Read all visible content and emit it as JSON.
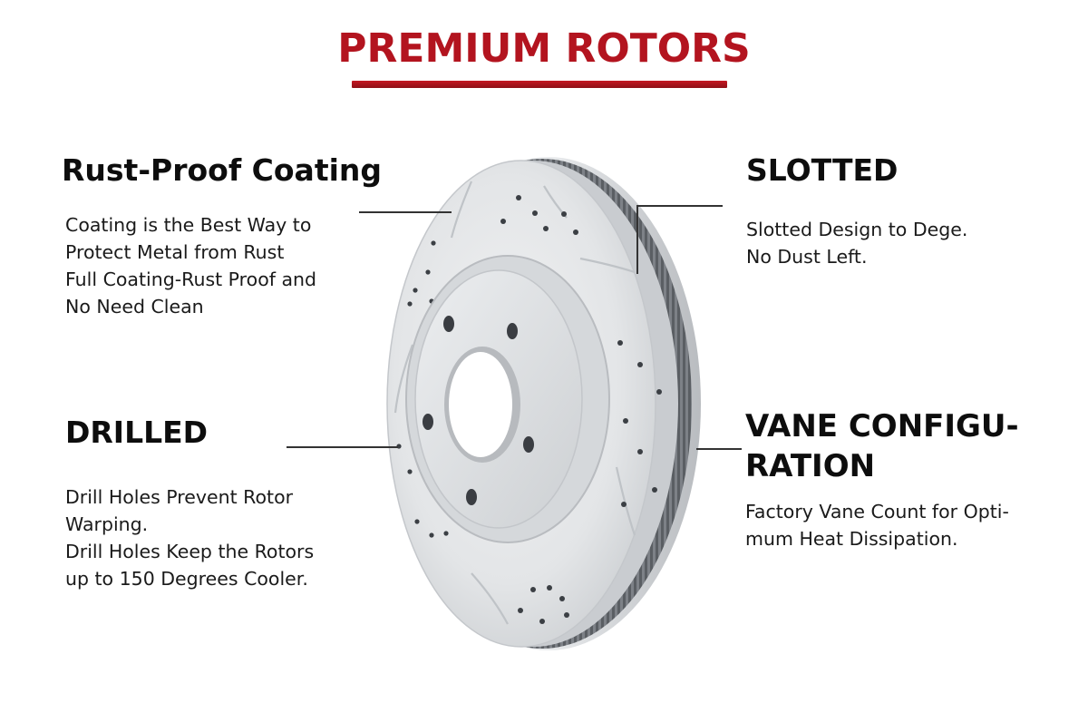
{
  "title": "PREMIUM ROTORS",
  "colors": {
    "accent": "#b3141f",
    "text": "#111111",
    "rotor_coating": "#e4e6e8"
  },
  "features": {
    "rust_proof": {
      "heading": "Rust-Proof Coating",
      "lines": [
        "Coating is the Best Way to",
        "Protect Metal from Rust",
        "Full Coating-Rust Proof and",
        "No Need Clean"
      ]
    },
    "drilled": {
      "heading": "DRILLED",
      "lines": [
        "Drill Holes Prevent Rotor",
        "Warping.",
        "Drill Holes Keep the Rotors",
        "up to 150 Degrees Cooler."
      ]
    },
    "slotted": {
      "heading": "SLOTTED",
      "lines": [
        "Slotted Design to Dege.",
        "No Dust Left."
      ]
    },
    "vane": {
      "heading_lines": [
        "VANE CONFIGU-",
        "RATION"
      ],
      "lines": [
        "Factory Vane Count for Opti-",
        "mum Heat Dissipation."
      ]
    }
  },
  "image": {
    "name": "drilled-slotted-brake-rotor"
  }
}
